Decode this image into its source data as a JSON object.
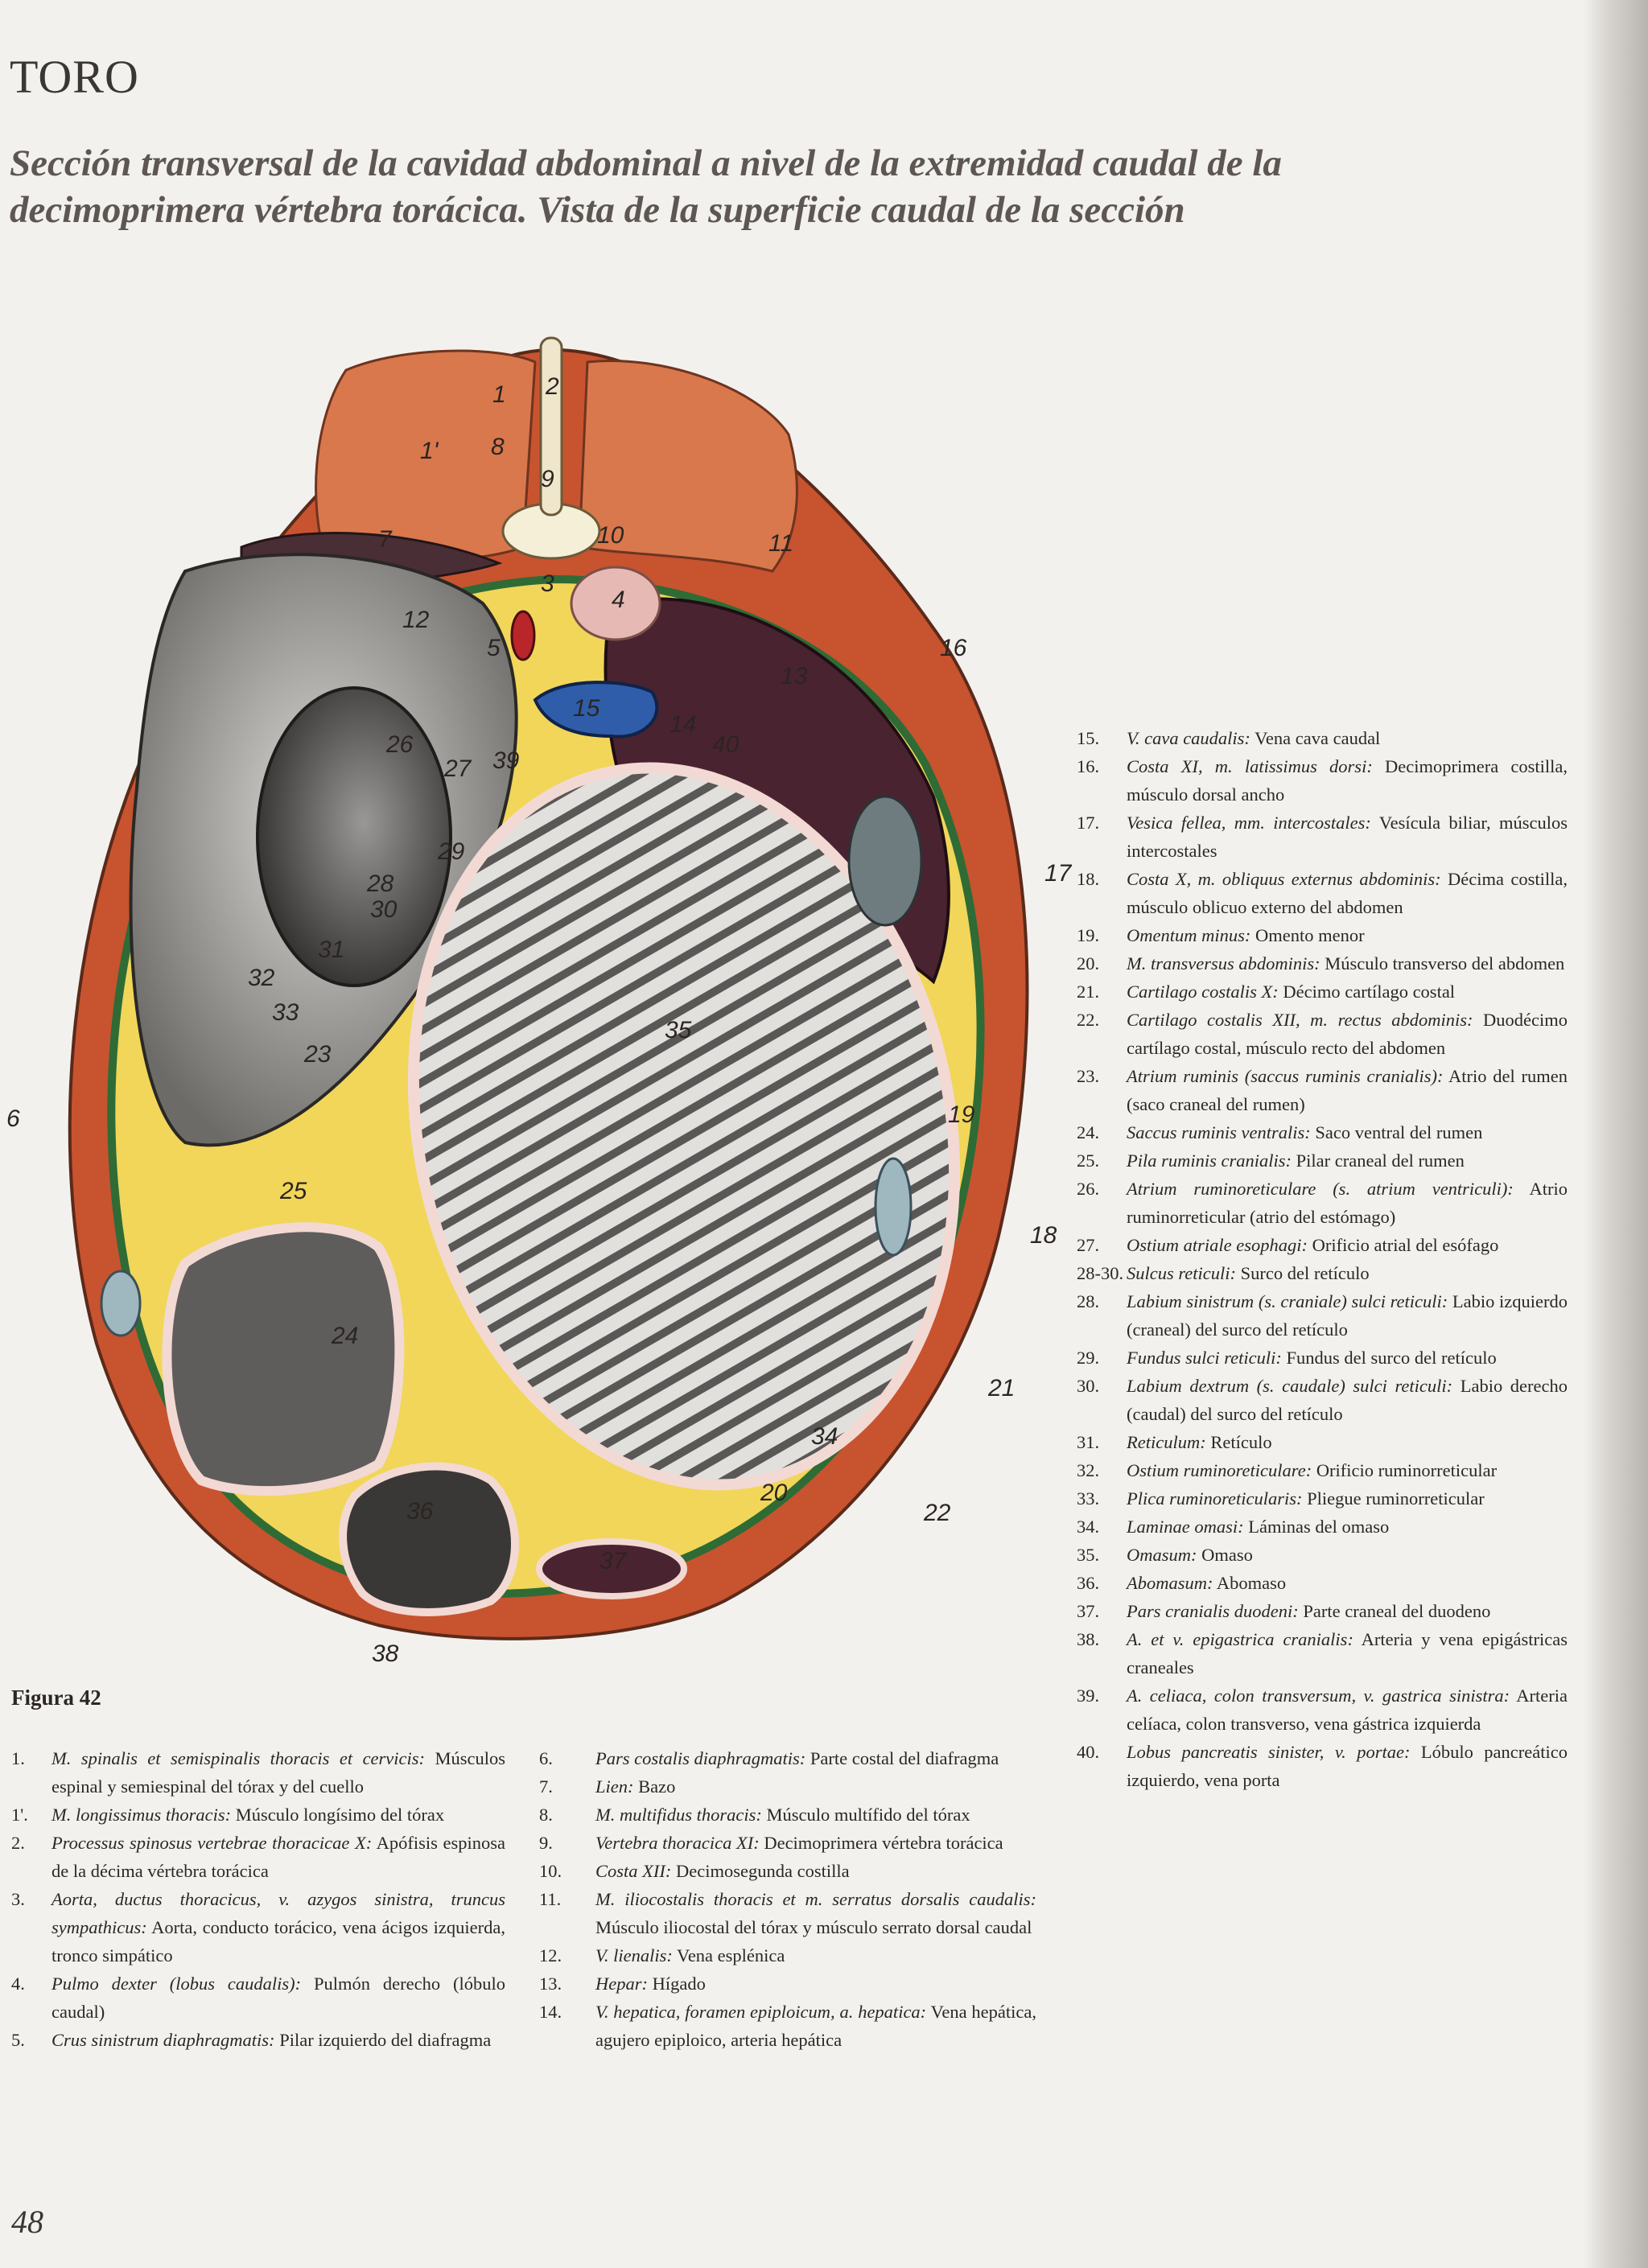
{
  "header": {
    "section": "TORO",
    "subtitle": "Sección transversal de la cavidad abdominal a nivel de la extremidad caudal de la decimoprimera vértebra torácica. Vista de la superficie caudal de la sección"
  },
  "figure": {
    "caption": "Figura 42",
    "labels": [
      "1",
      "1'",
      "2",
      "3",
      "4",
      "5",
      "6",
      "7",
      "8",
      "9",
      "10",
      "11",
      "12",
      "13",
      "14",
      "15",
      "16",
      "17",
      "18",
      "19",
      "20",
      "21",
      "22",
      "23",
      "24",
      "25",
      "26",
      "27",
      "28",
      "29",
      "30",
      "31",
      "32",
      "33",
      "34",
      "35",
      "36",
      "37",
      "38",
      "39",
      "40"
    ]
  },
  "legend": {
    "col_a": [
      {
        "num": "1.",
        "latin": "M. spinalis et semispinalis thoracis et cervicis:",
        "text": " Músculos espinal y semiespinal del tórax y del cuello"
      },
      {
        "num": "1'.",
        "latin": "M. longissimus thoracis:",
        "text": " Músculo longísimo del tórax"
      },
      {
        "num": "2.",
        "latin": "Processus spinosus vertebrae thoracicae X:",
        "text": " Apófisis espinosa de la décima vértebra torácica"
      },
      {
        "num": "3.",
        "latin": "Aorta, ductus thoracicus, v. azygos sinistra, truncus sympathicus:",
        "text": " Aorta, conducto torácico, vena ácigos izquierda, tronco simpático"
      },
      {
        "num": "4.",
        "latin": "Pulmo dexter (lobus caudalis):",
        "text": " Pulmón derecho (lóbulo caudal)"
      },
      {
        "num": "5.",
        "latin": "Crus sinistrum diaphragmatis:",
        "text": " Pilar izquierdo del diafragma"
      }
    ],
    "col_b": [
      {
        "num": "6.",
        "latin": "Pars costalis diaphragmatis:",
        "text": " Parte costal del diafragma"
      },
      {
        "num": "7.",
        "latin": "Lien:",
        "text": " Bazo"
      },
      {
        "num": "8.",
        "latin": "M. multifidus thoracis:",
        "text": " Músculo multífido del tórax"
      },
      {
        "num": "9.",
        "latin": "Vertebra thoracica XI:",
        "text": " Decimoprimera vértebra torácica"
      },
      {
        "num": "10.",
        "latin": "Costa XII:",
        "text": " Decimosegunda costilla"
      },
      {
        "num": "11.",
        "latin": "M. iliocostalis thoracis et m. serratus dorsalis caudalis:",
        "text": " Músculo iliocostal del tórax y músculo serrato dorsal caudal"
      },
      {
        "num": "12.",
        "latin": "V. lienalis:",
        "text": " Vena esplénica"
      },
      {
        "num": "13.",
        "latin": "Hepar:",
        "text": " Hígado"
      },
      {
        "num": "14.",
        "latin": "V. hepatica, foramen epiploicum, a. hepatica:",
        "text": " Vena hepática, agujero epiploico, arteria hepática"
      }
    ],
    "col_c": [
      {
        "num": "15.",
        "latin": "V. cava caudalis:",
        "text": " Vena cava caudal"
      },
      {
        "num": "16.",
        "latin": "Costa XI, m. latissimus dorsi:",
        "text": " Decimoprimera costilla, músculo dorsal ancho"
      },
      {
        "num": "17.",
        "latin": "Vesica fellea, mm. intercostales:",
        "text": " Vesícula biliar, músculos intercostales"
      },
      {
        "num": "18.",
        "latin": "Costa X, m. obliquus externus abdominis:",
        "text": " Décima costilla, músculo oblicuo externo del abdomen"
      },
      {
        "num": "19.",
        "latin": "Omentum minus:",
        "text": " Omento menor"
      },
      {
        "num": "20.",
        "latin": "M. transversus abdominis:",
        "text": " Músculo transverso del abdomen"
      },
      {
        "num": "21.",
        "latin": "Cartilago costalis X:",
        "text": " Décimo cartílago costal"
      },
      {
        "num": "22.",
        "latin": "Cartilago costalis XII, m. rectus abdominis:",
        "text": " Duodécimo cartílago costal, músculo recto del abdomen"
      },
      {
        "num": "23.",
        "latin": "Atrium ruminis (saccus ruminis cranialis):",
        "text": " Atrio del rumen (saco craneal del rumen)"
      },
      {
        "num": "24.",
        "latin": "Saccus ruminis ventralis:",
        "text": " Saco ventral del rumen"
      },
      {
        "num": "25.",
        "latin": "Pila ruminis cranialis:",
        "text": " Pilar craneal del rumen"
      },
      {
        "num": "26.",
        "latin": "Atrium ruminoreticulare (s. atrium ventriculi):",
        "text": " Atrio ruminorreticular (atrio del estómago)"
      },
      {
        "num": "27.",
        "latin": "Ostium atriale esophagi:",
        "text": " Orificio atrial del esófago"
      },
      {
        "num": "28-30.",
        "latin": "Sulcus reticuli:",
        "text": " Surco del retículo"
      },
      {
        "num": "28.",
        "latin": "Labium sinistrum (s. craniale) sulci reticuli:",
        "text": " Labio izquierdo (craneal) del surco del retículo"
      },
      {
        "num": "29.",
        "latin": "Fundus sulci reticuli:",
        "text": " Fundus del surco del retículo"
      },
      {
        "num": "30.",
        "latin": "Labium dextrum (s. caudale) sulci reticuli:",
        "text": " Labio derecho (caudal) del surco del retículo"
      },
      {
        "num": "31.",
        "latin": "Reticulum:",
        "text": " Retículo"
      },
      {
        "num": "32.",
        "latin": "Ostium ruminoreticulare:",
        "text": " Orificio ruminorreticular"
      },
      {
        "num": "33.",
        "latin": "Plica ruminoreticularis:",
        "text": " Pliegue ruminorreticular"
      },
      {
        "num": "34.",
        "latin": "Laminae omasi:",
        "text": " Láminas del omaso"
      },
      {
        "num": "35.",
        "latin": "Omasum:",
        "text": " Omaso"
      },
      {
        "num": "36.",
        "latin": "Abomasum:",
        "text": " Abomaso"
      },
      {
        "num": "37.",
        "latin": "Pars cranialis duodeni:",
        "text": " Parte craneal del duodeno"
      },
      {
        "num": "38.",
        "latin": "A. et v. epigastrica cranialis:",
        "text": " Arteria y vena epigástricas craneales"
      },
      {
        "num": "39.",
        "latin": "A. celiaca, colon transversum, v. gastrica sinistra:",
        "text": " Arteria celíaca, colon transverso, vena gástrica izquierda"
      },
      {
        "num": "40.",
        "latin": "Lobus pancreatis sinister, v. portae:",
        "text": " Lóbulo pancreático izquierdo, vena porta"
      }
    ]
  },
  "page": {
    "number": "48"
  }
}
